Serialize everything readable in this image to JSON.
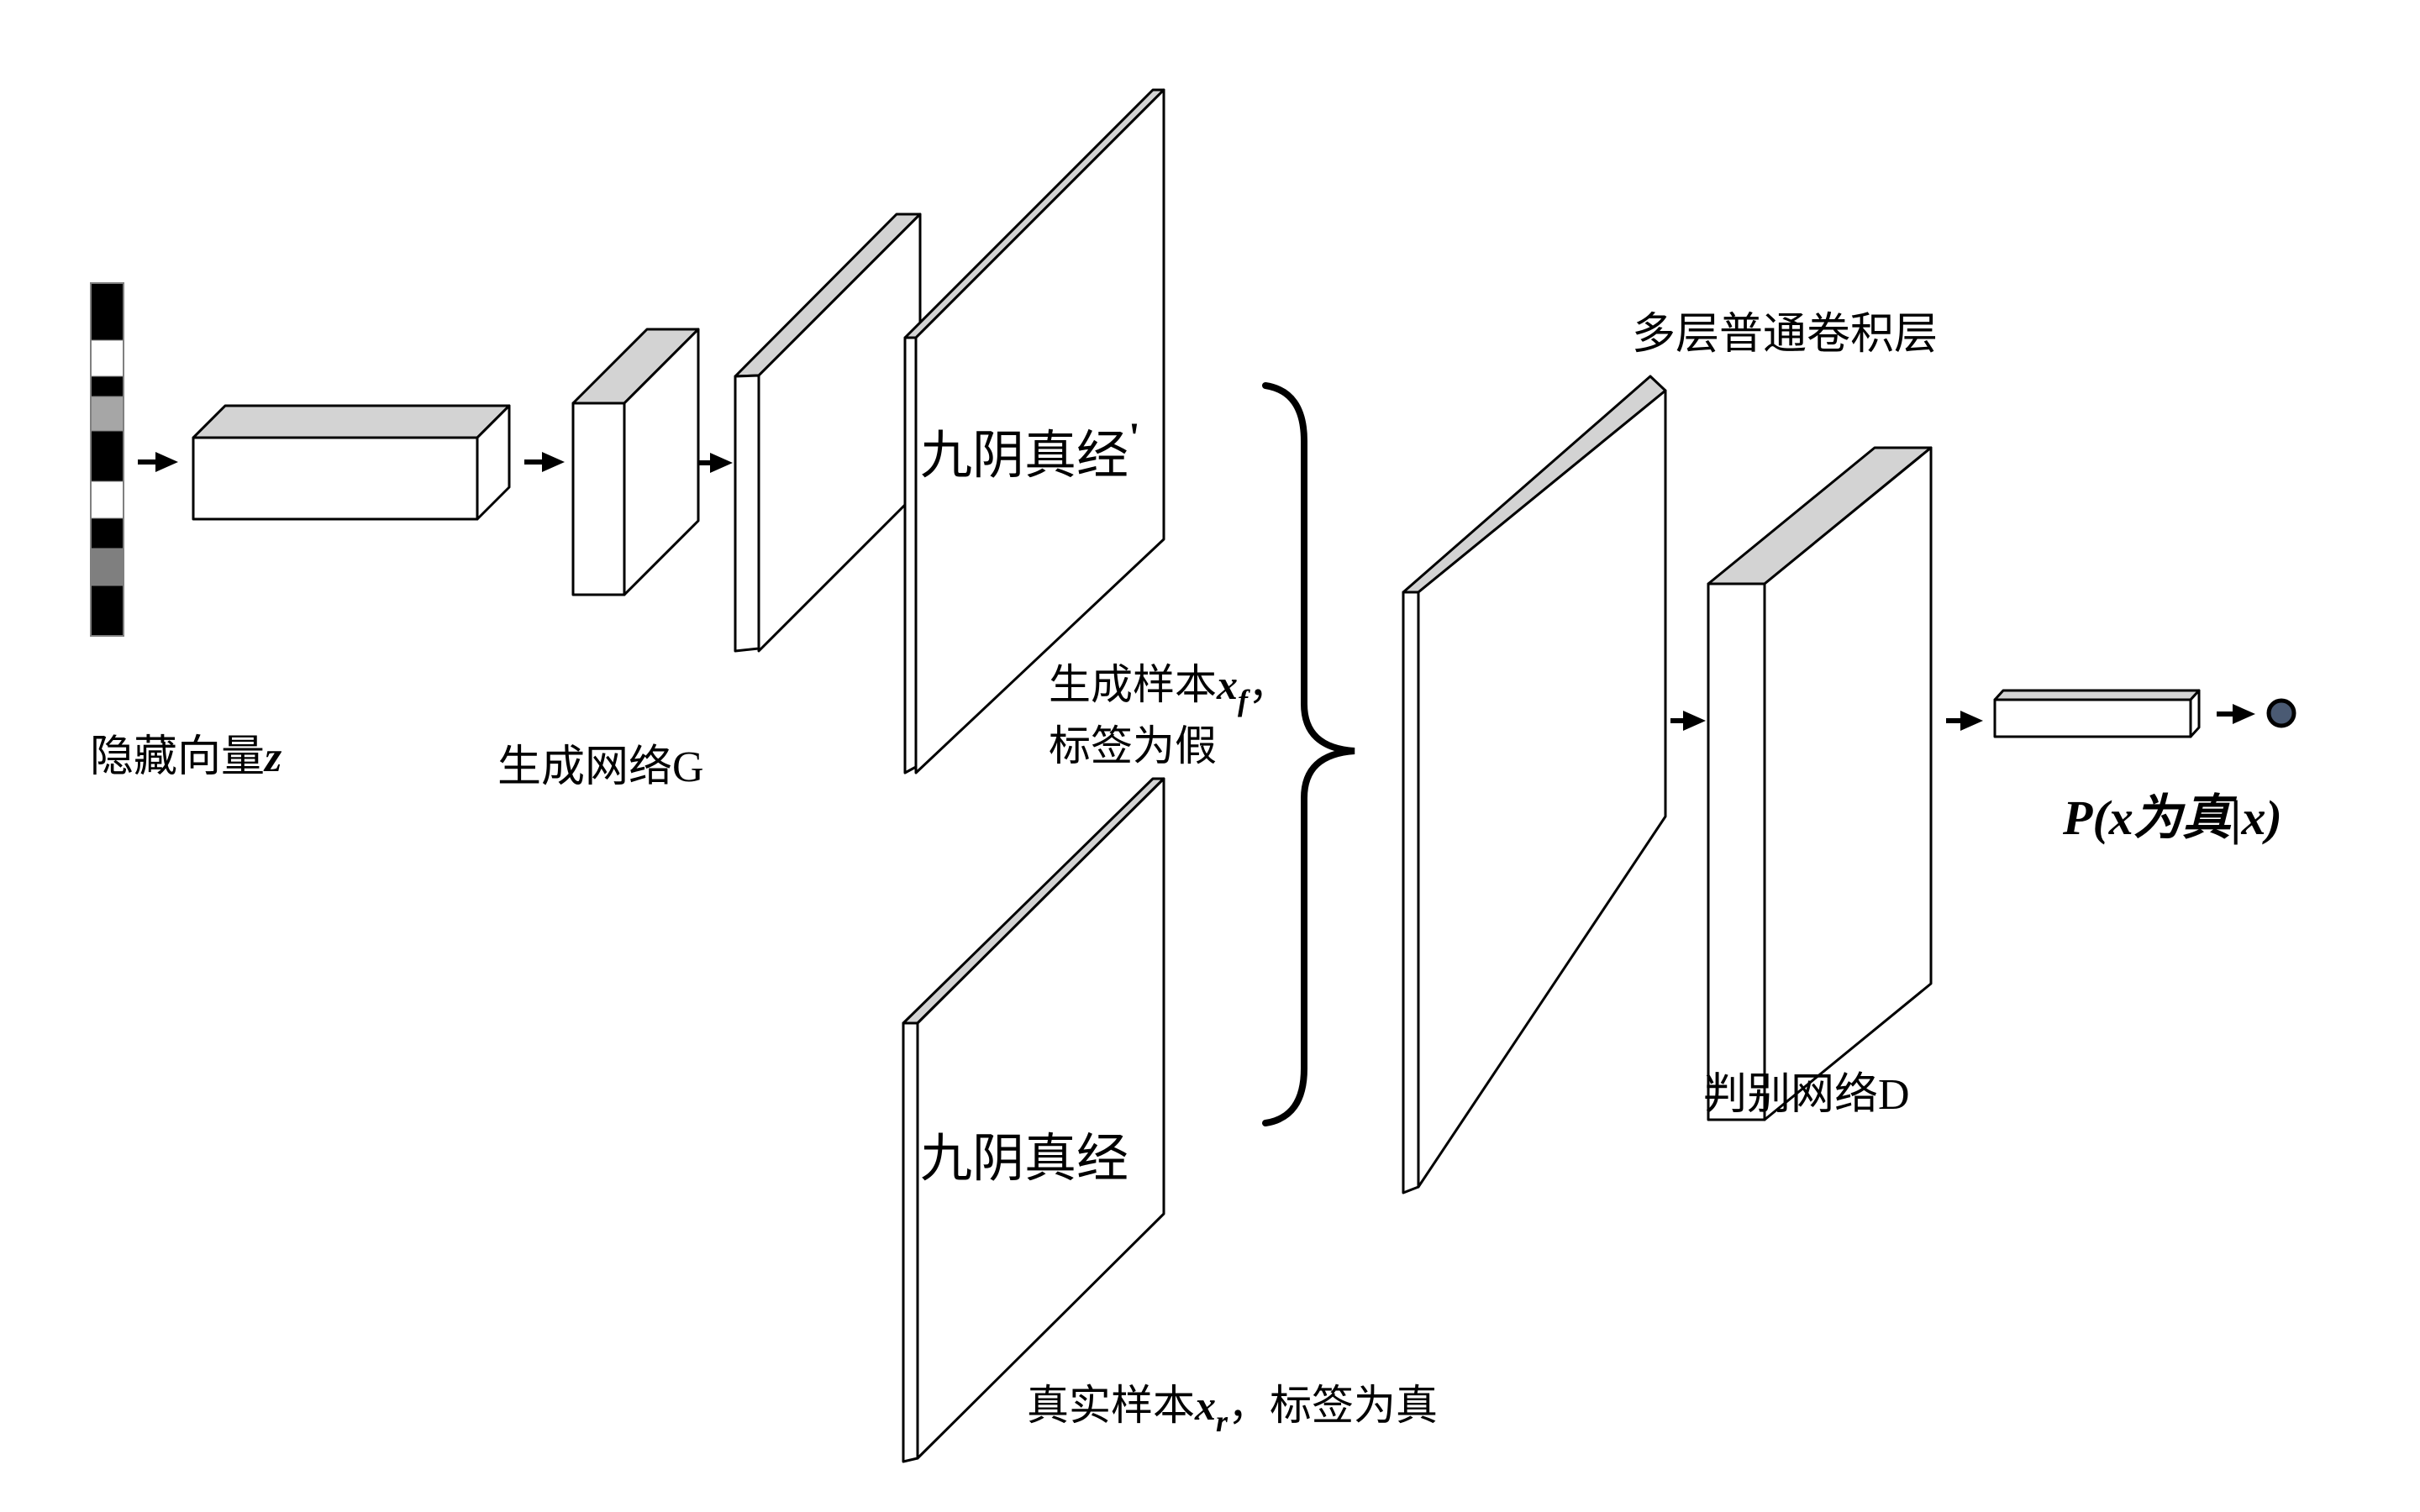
{
  "diagram": {
    "background": "#ffffff",
    "colors": {
      "outline": "#000000",
      "face": "#ffffff",
      "shaded_face": "#d3d3d3",
      "bar_light_gray": "#a6a6a6",
      "bar_dark_gray": "#7f7f7f",
      "dot": "#4a5a73"
    },
    "latent_bar": {
      "segments": [
        "#000000",
        "#ffffff",
        "#000000",
        "#a6a6a6",
        "#000000",
        "#ffffff",
        "#000000",
        "#7f7f7f",
        "#000000"
      ]
    },
    "labels": {
      "latent_vector": {
        "prefix": "隐藏向量",
        "symbol": "z"
      },
      "generator_network": "生成网络G",
      "generated_image": {
        "text": "九阴真经",
        "prime": "'"
      },
      "generated_sample_line1": {
        "prefix": "生成样本",
        "symbol": "x",
        "subscript": "f",
        "comma": "，"
      },
      "generated_sample_line2": "标签为假",
      "real_image": "九阴真经",
      "real_sample": {
        "prefix": "真实样本",
        "symbol": "x",
        "subscript": "r",
        "suffix": "，标签为真"
      },
      "conv_layers": "多层普通卷积层",
      "discriminator_network": "判别网络D",
      "probability": {
        "p": "P",
        "open": "(",
        "x1": "x",
        "mid": "为真|",
        "x2": "x",
        "close": ")"
      }
    }
  }
}
